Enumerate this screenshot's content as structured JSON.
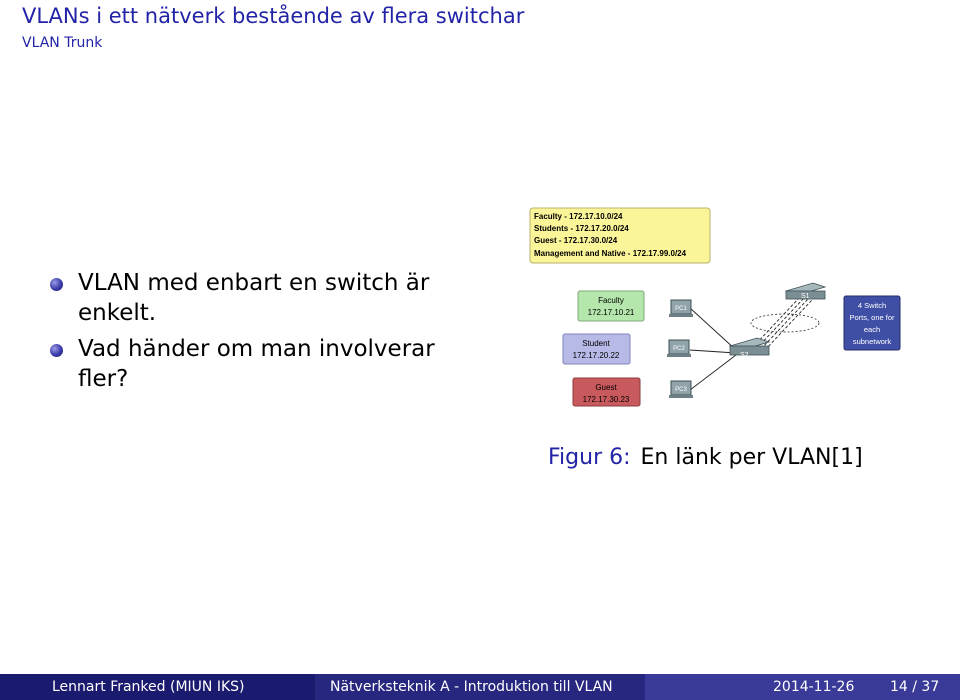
{
  "slide": {
    "title": "VLANs i ett nätverk bestående av flera switchar",
    "subtitle": "VLAN Trunk"
  },
  "bullets": [
    "VLAN med enbart en switch är enkelt.",
    "Vad händer om man involverar fler?"
  ],
  "figure": {
    "subnets": [
      "Faculty - 172.17.10.0/24",
      "Students - 172.17.20.0/24",
      "Guest  - 172.17.30.0/24",
      "Management and Native - 172.17.99.0/24"
    ],
    "faculty": {
      "name": "Faculty",
      "ip": "172.17.10.21"
    },
    "student": {
      "name": "Student",
      "ip": "172.17.20.22"
    },
    "guest": {
      "name": "Guest",
      "ip": "172.17.30.23"
    },
    "pc1": "PC1",
    "pc2": "PC2",
    "pc3": "PC3",
    "s1": "S1",
    "s2": "S2",
    "note": [
      "4 Switch",
      "Ports, one for",
      "each",
      "subnetwork"
    ],
    "colors": {
      "subnet_box": "#fbf59a",
      "faculty": "#b5e6ac",
      "student": "#b7b9e6",
      "guest": "#c85a5e"
    },
    "caption_label": "Figur 6:",
    "caption_text": "En länk per VLAN[1]"
  },
  "footer": {
    "author": "Lennart Franked  (MIUN IKS)",
    "course": "Nätverksteknik A - Introduktion till VLAN",
    "date": "2014-11-26",
    "page": "14 / 37"
  }
}
